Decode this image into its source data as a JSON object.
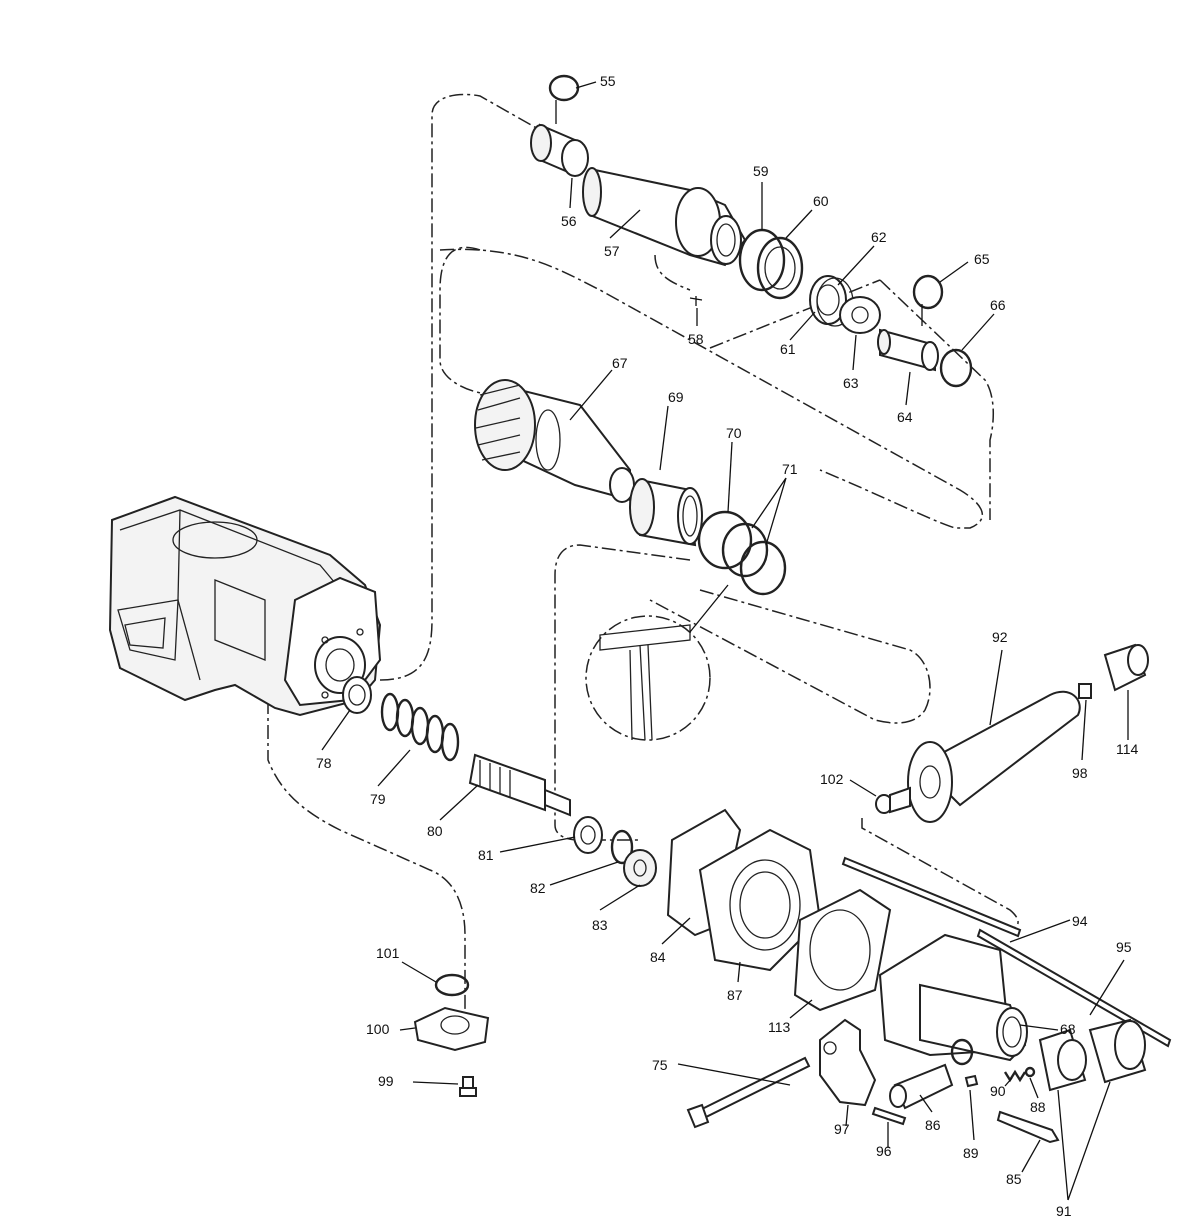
{
  "diagram": {
    "callouts": [
      "55",
      "56",
      "57",
      "58",
      "59",
      "60",
      "61",
      "62",
      "63",
      "64",
      "65",
      "66",
      "67",
      "68",
      "69",
      "70",
      "71",
      "75",
      "78",
      "79",
      "80",
      "81",
      "82",
      "83",
      "84",
      "85",
      "86",
      "87",
      "88",
      "89",
      "90",
      "91",
      "92",
      "94",
      "95",
      "96",
      "97",
      "98",
      "99",
      "100",
      "101",
      "102",
      "113",
      "114"
    ]
  }
}
